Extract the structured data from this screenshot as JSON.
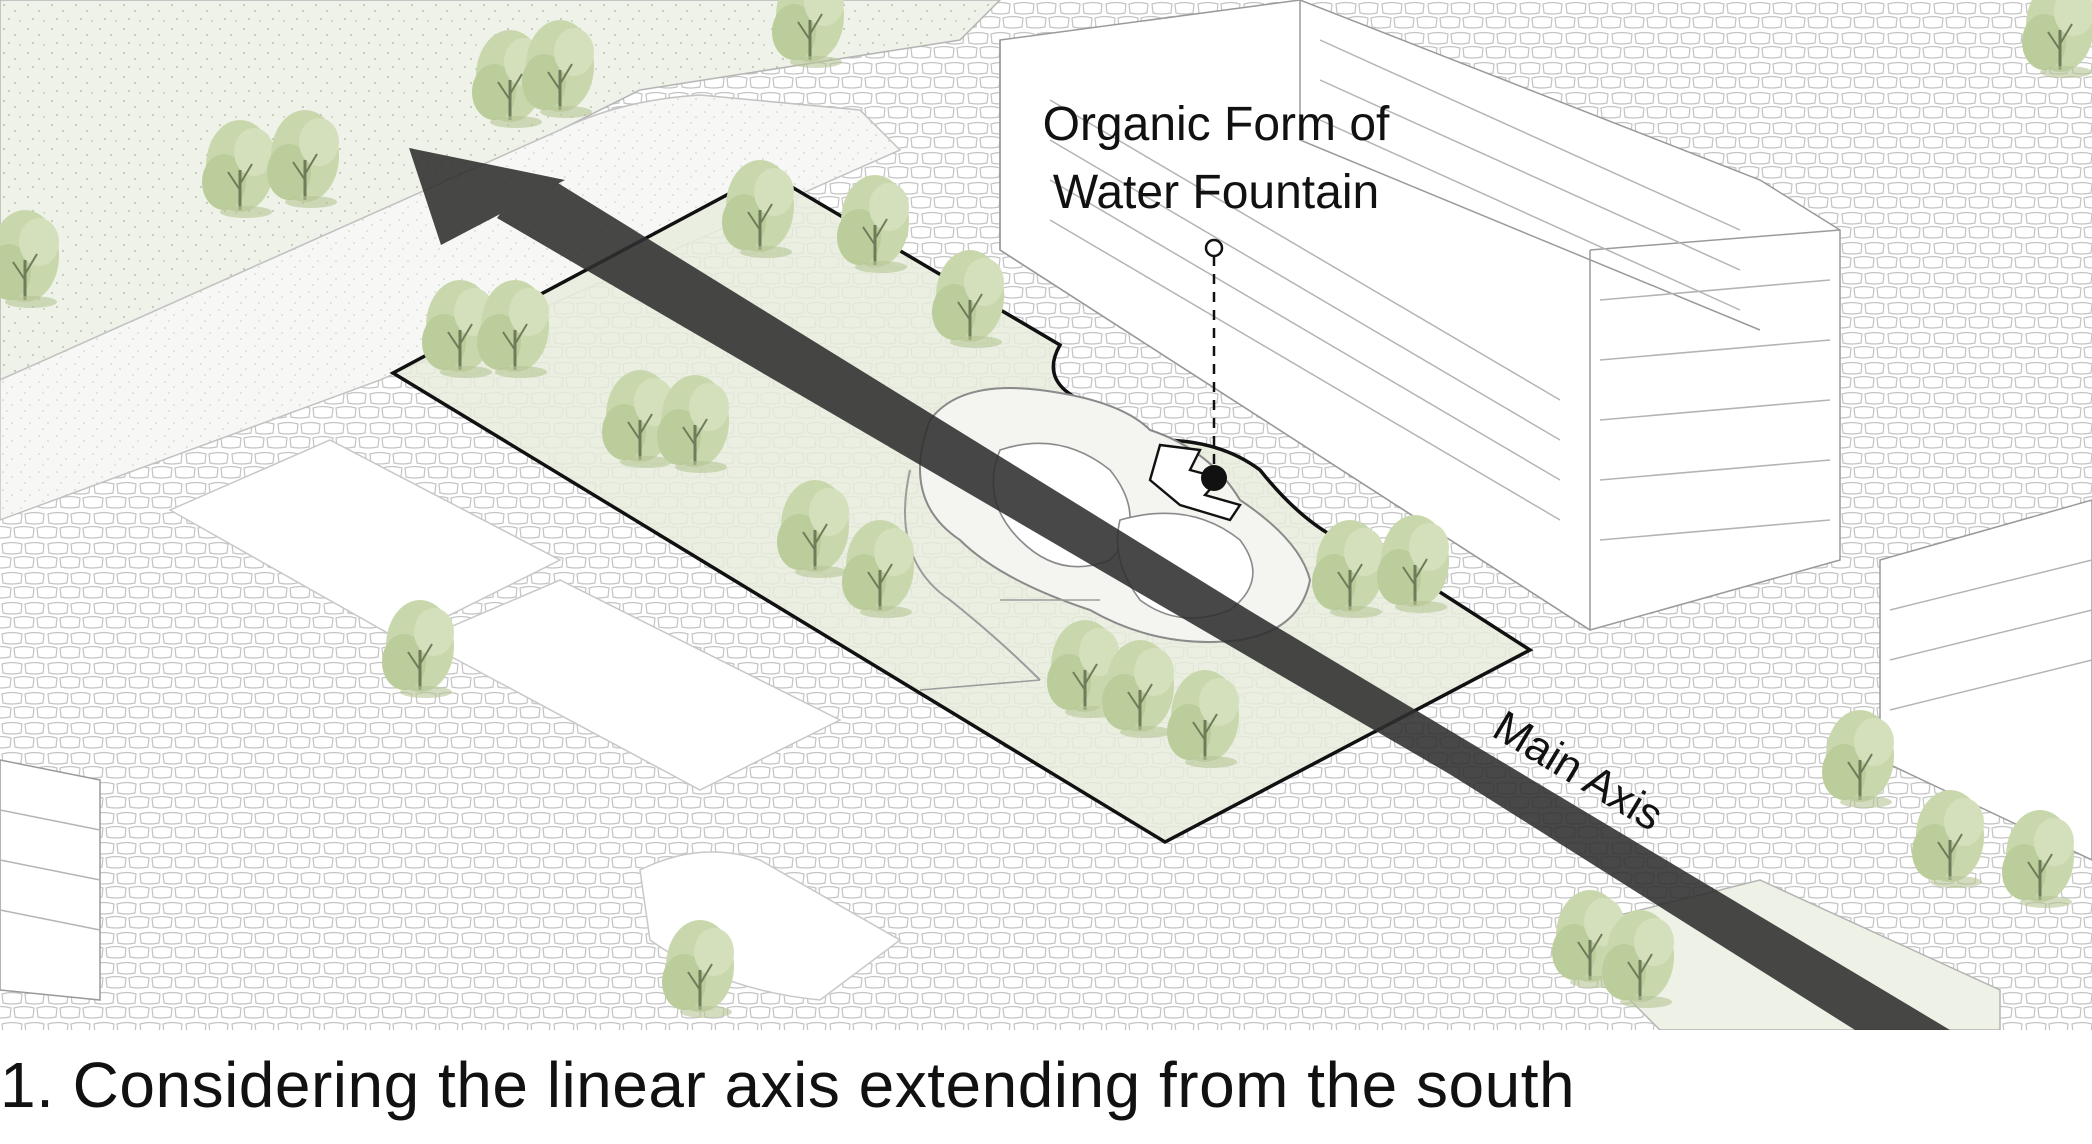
{
  "labels": {
    "fountain_line1": "Organic Form of",
    "fountain_line2": "Water Fountain",
    "axis": "Main Axis"
  },
  "caption": "1. Considering the linear axis extending from the south",
  "colors": {
    "background": "#ffffff",
    "lawn": "#edf1e6",
    "plaza": "#e6ecdd",
    "tree_canopy": "#c9d8ac",
    "tree_trunk": "#6e7c5a",
    "pavement_line": "#b9b9b9",
    "building_line": "#9a9a9a",
    "axis_arrow": "#2f2f2f",
    "outline": "#111111"
  },
  "icons": [
    "fountain-pin-icon",
    "tree-icon",
    "axis-arrow-icon"
  ]
}
